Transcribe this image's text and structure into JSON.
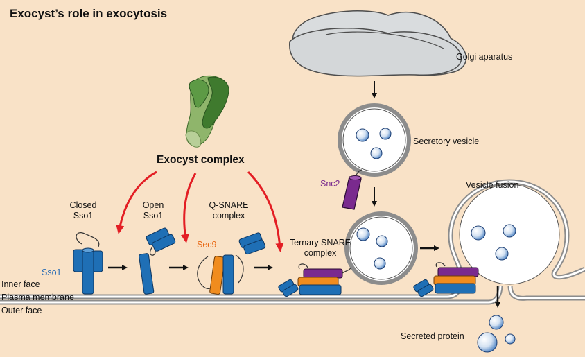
{
  "title": "Exocyst’s role in exocytosis",
  "labels": {
    "golgi": "Golgi aparatus",
    "secretory_vesicle": "Secretory vesicle",
    "exocyst_complex": "Exocyst complex",
    "snc2": "Snc2",
    "vesicle_fusion": "Vesicle fusion",
    "closed_sso1": [
      "Closed",
      "Sso1"
    ],
    "open_sso1": [
      "Open",
      "Sso1"
    ],
    "q_snare": [
      "Q-SNARE",
      "complex"
    ],
    "ternary_snare": [
      "Ternary SNARE",
      "complex"
    ],
    "sec9": "Sec9",
    "sso1": "Sso1",
    "inner_face": "Inner face",
    "plasma_membrane": "Plasma membrane",
    "outer_face": "Outer face",
    "secreted_protein": "Secreted protein"
  },
  "colors": {
    "background": "#f9e2c7",
    "sso1_blue": "#1f6fb5",
    "sec9_orange": "#f08c1e",
    "snc2_purple": "#7a2a8e",
    "exocyst_red": "#e31e24",
    "exocyst_green": "#3f7a2e",
    "golgi_gray": "#d4d7d9",
    "label_blue": "#2a6db5"
  }
}
